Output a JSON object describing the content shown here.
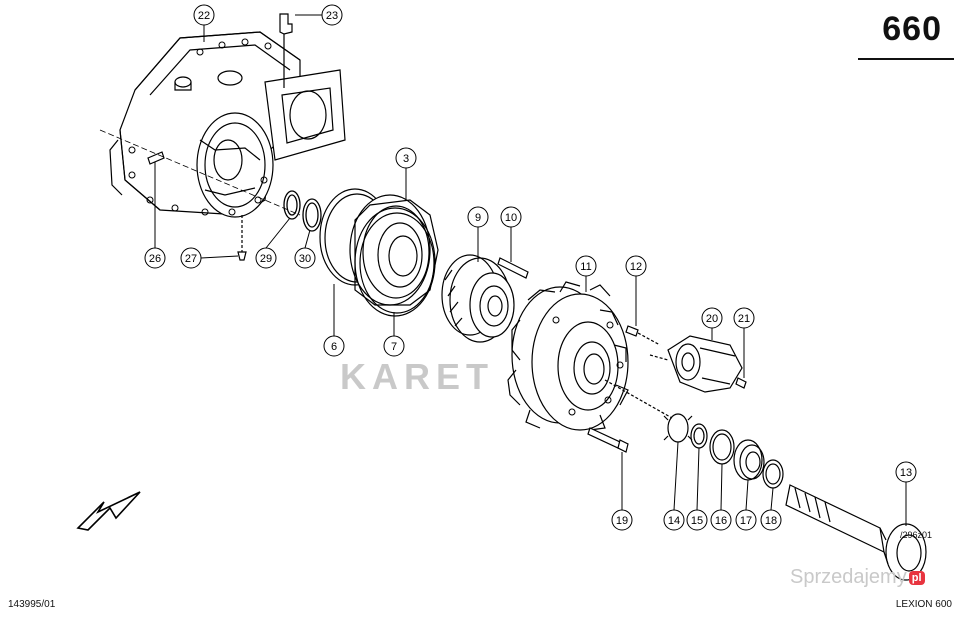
{
  "page_number": "660",
  "document_ref": "143995/01",
  "drawing_ref": "/296z01",
  "model": "LEXION 600",
  "watermark": "KARET",
  "site_badge": {
    "text": "Sprzedajemy",
    "mark": "pl"
  },
  "callouts": [
    "22",
    "23",
    "3",
    "9",
    "10",
    "11",
    "12",
    "20",
    "21",
    "13",
    "26",
    "27",
    "29",
    "30",
    "6",
    "7",
    "19",
    "14",
    "15",
    "16",
    "17",
    "18"
  ]
}
